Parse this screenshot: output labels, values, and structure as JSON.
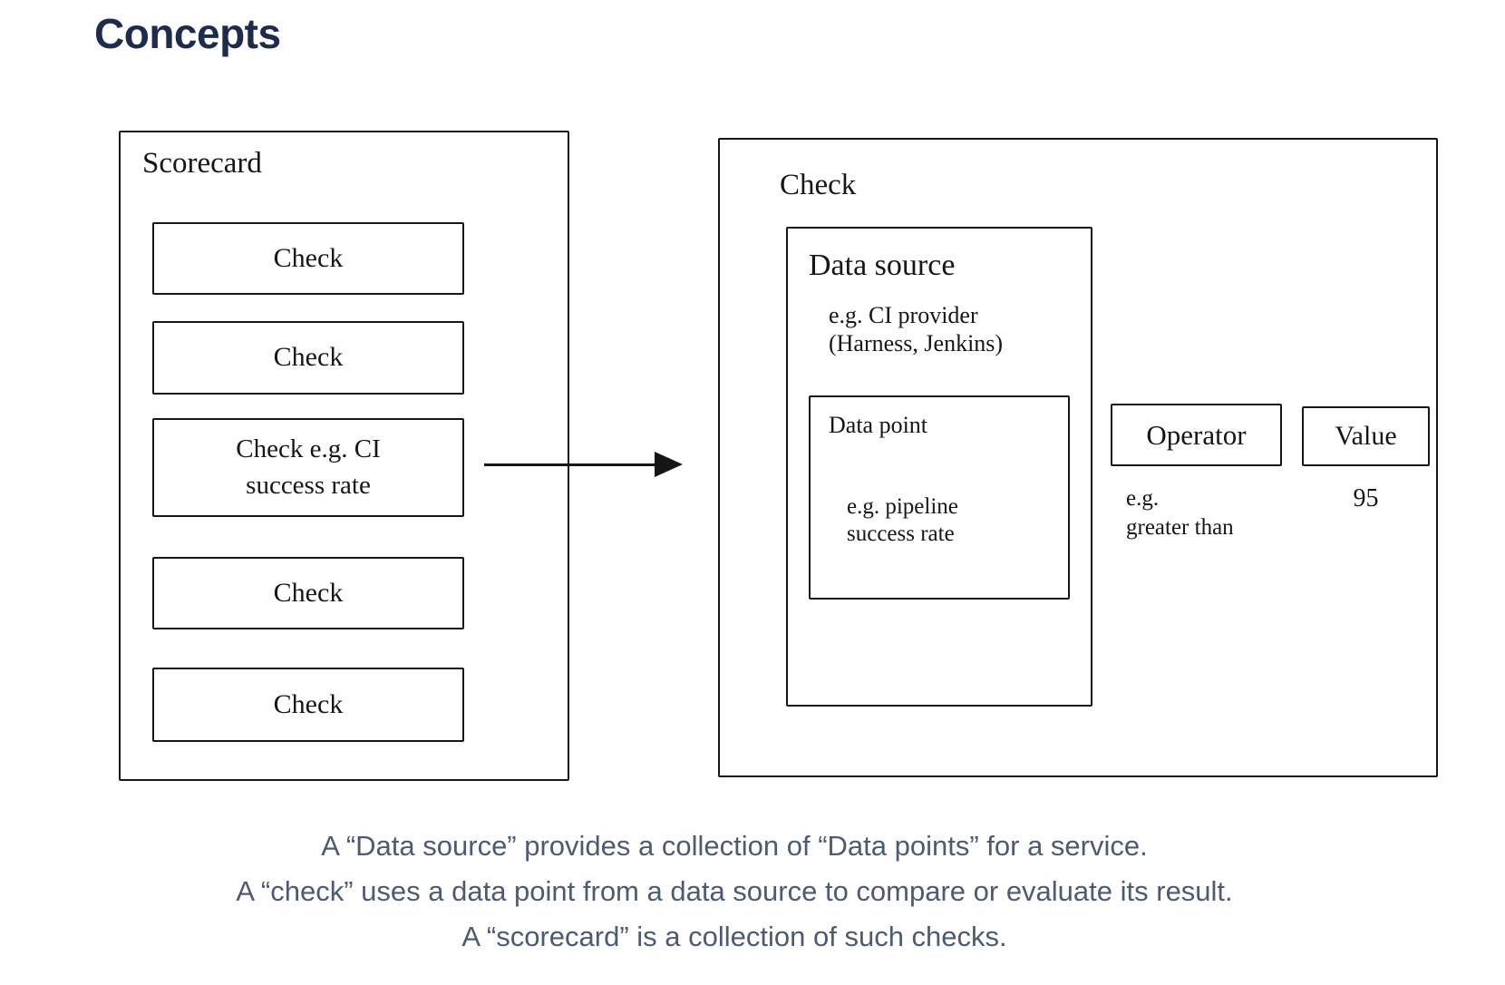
{
  "page": {
    "title": "Concepts",
    "heading_color": "#1e2b4d",
    "caption_color": "#4d5b72",
    "ink_color": "#161616",
    "background": "#ffffff"
  },
  "scorecard_panel": {
    "label": "Scorecard",
    "checks": [
      {
        "label": "Check"
      },
      {
        "label": "Check"
      },
      {
        "label": "Check e.g. CI\nsuccess rate"
      },
      {
        "label": "Check"
      },
      {
        "label": "Check"
      }
    ]
  },
  "check_panel": {
    "label": "Check",
    "data_source": {
      "label": "Data source",
      "example": "e.g. CI provider\n(Harness, Jenkins)",
      "data_point": {
        "label": "Data point",
        "example": "e.g. pipeline\nsuccess rate"
      }
    },
    "operator": {
      "label": "Operator",
      "example": "e.g.\ngreater than"
    },
    "value": {
      "label": "Value",
      "example": "95"
    }
  },
  "caption": {
    "lines": [
      "A “Data source” provides a collection of “Data points” for a service.",
      "A “check” uses a data point from a data source to compare or evaluate its result.",
      "A “scorecard” is a collection of such checks."
    ]
  }
}
